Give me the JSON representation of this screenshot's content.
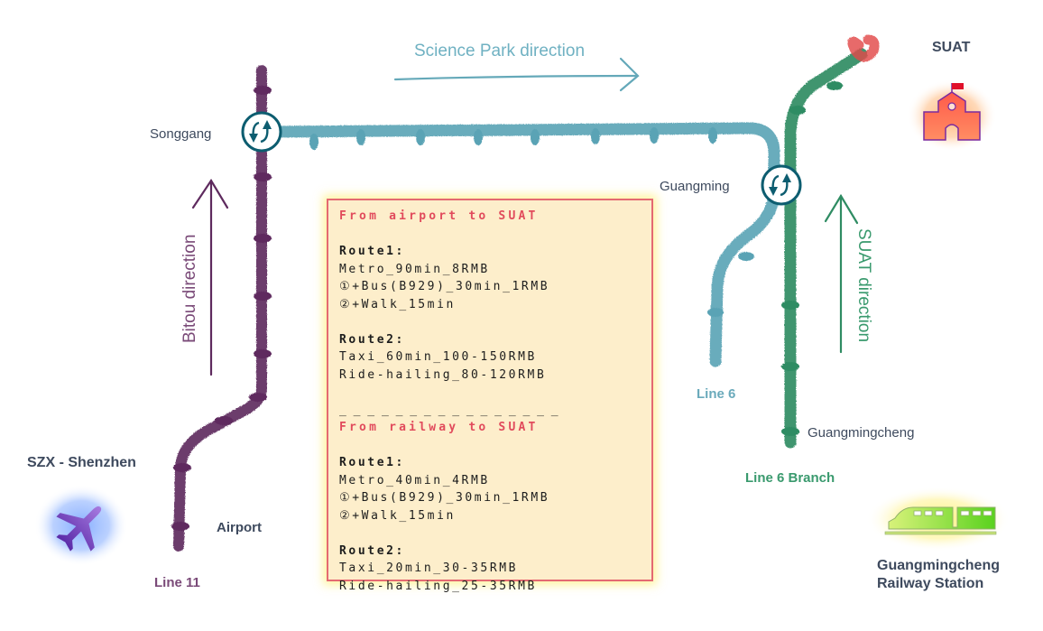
{
  "map": {
    "lines": [
      {
        "name": "Line 11",
        "color": "#5e2a5e"
      },
      {
        "name": "Line 6",
        "color": "#5aa3b5"
      },
      {
        "name": "Line 6 Branch",
        "color": "#2f8c63"
      }
    ],
    "line_labels": {
      "line11": "Line 11",
      "line6": "Line 6",
      "line6_branch": "Line 6 Branch"
    },
    "stations": {
      "songgang": "Songgang",
      "guangming": "Guangming",
      "guangmingcheng": "Guangmingcheng",
      "airport": "Airport"
    },
    "directions": {
      "science_park": "Science Park direction",
      "bitou": "Bitou direction",
      "suat": "SUAT direction"
    },
    "places": {
      "szx": "SZX - Shenzhen",
      "suat": "SUAT",
      "railway_line1": "Guangmingcheng",
      "railway_line2": "Railway Station"
    },
    "icons": {
      "interchange": "interchange-icon",
      "airplane": "airplane-icon",
      "school": "school-icon",
      "train": "train-icon"
    },
    "colors": {
      "line11": "#5e2a5e",
      "line6": "#5aa3b5",
      "line6_branch": "#2f8c63",
      "interchange": "#0d5d70",
      "panel_bg": "#fdeecb",
      "panel_border": "#e46a72",
      "panel_title": "#e14b5c"
    }
  },
  "panel": {
    "airport": {
      "title": "From airport to SUAT",
      "route1_label": "Route1:",
      "route1": [
        "Metro_90min_8RMB",
        "①+Bus(B929)_30min_1RMB",
        "②+Walk_15min"
      ],
      "route2_label": "Route2:",
      "route2": [
        "Taxi_60min_100-150RMB",
        "Ride-hailing_80-120RMB"
      ]
    },
    "separator": "_ _ _ _ _ _ _ _ _ _ _ _ _ _ _ _",
    "railway": {
      "title": "From railway to SUAT",
      "route1_label": "Route1:",
      "route1": [
        "Metro_40min_4RMB",
        "①+Bus(B929)_30min_1RMB",
        "②+Walk_15min"
      ],
      "route2_label": "Route2:",
      "route2": [
        "Taxi_20min_30-35RMB",
        "Ride-hailing_25-35RMB"
      ]
    }
  }
}
